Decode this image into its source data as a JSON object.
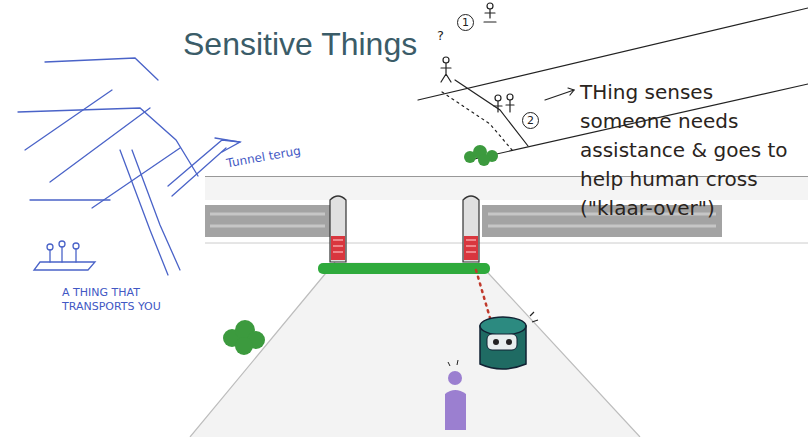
{
  "diagram": {
    "title": "Sensitive Things",
    "labels": [
      "THing senses someone needs assistance & goes to help human cross (\"klaar-over\")",
      "Tunnel terug",
      "A THING THAT TRANSPORTS YOU",
      "?",
      "1",
      "2"
    ]
  }
}
